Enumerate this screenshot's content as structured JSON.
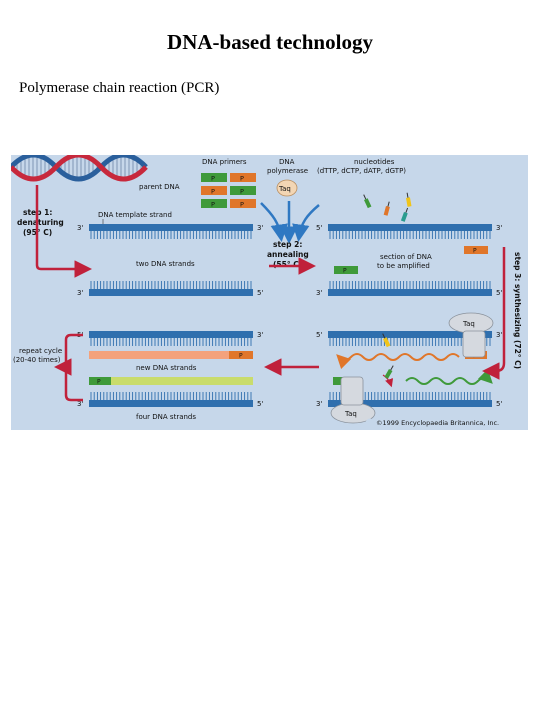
{
  "page": {
    "title": "DNA-based technology",
    "subtitle": "Polymerase chain reaction (PCR)"
  },
  "figure": {
    "labels": {
      "dna_primers": "DNA primers",
      "dna_polymerase_line1": "DNA",
      "dna_polymerase_line2": "polymerase",
      "nucleotides_line1": "nucleotides",
      "nucleotides_line2": "(dTTP, dCTP, dATP, dGTP)",
      "parent_dna": "parent DNA",
      "taq": "Taq",
      "primer_p": "P",
      "step1_line1": "step 1:",
      "step1_line2": "denaturing",
      "step1_line3": "(95° C)",
      "template_strand": "DNA template strand",
      "two_strands": "two DNA strands",
      "step2_line1": "step 2:",
      "step2_line2": "annealing",
      "step2_line3": "(55° C)",
      "section_line1": "section of DNA",
      "section_line2": "to be amplified",
      "step3": "step 3: synthesizing (72° C)",
      "repeat_line1": "repeat cycle",
      "repeat_line2": "(20-40 times)",
      "new_strands": "new DNA strands",
      "four_strands": "four DNA strands",
      "end3": "3'",
      "end5": "5'",
      "copyright": "©1999 Encyclopaedia Britannica, Inc."
    },
    "colors": {
      "background": "#c6d7ea",
      "strand": "#2f6fae",
      "helix_red": "#c7283c",
      "helix_blue": "#2a5f9c",
      "primer_green": "#3f9a3a",
      "primer_orange": "#e0762a",
      "arrow_red": "#c0213b",
      "arrow_blue": "#2f78c2",
      "new_strand_salmon": "#f4a27c",
      "new_strand_lime": "#c9dc6c",
      "taq_fill": "#f3d6b4"
    }
  }
}
